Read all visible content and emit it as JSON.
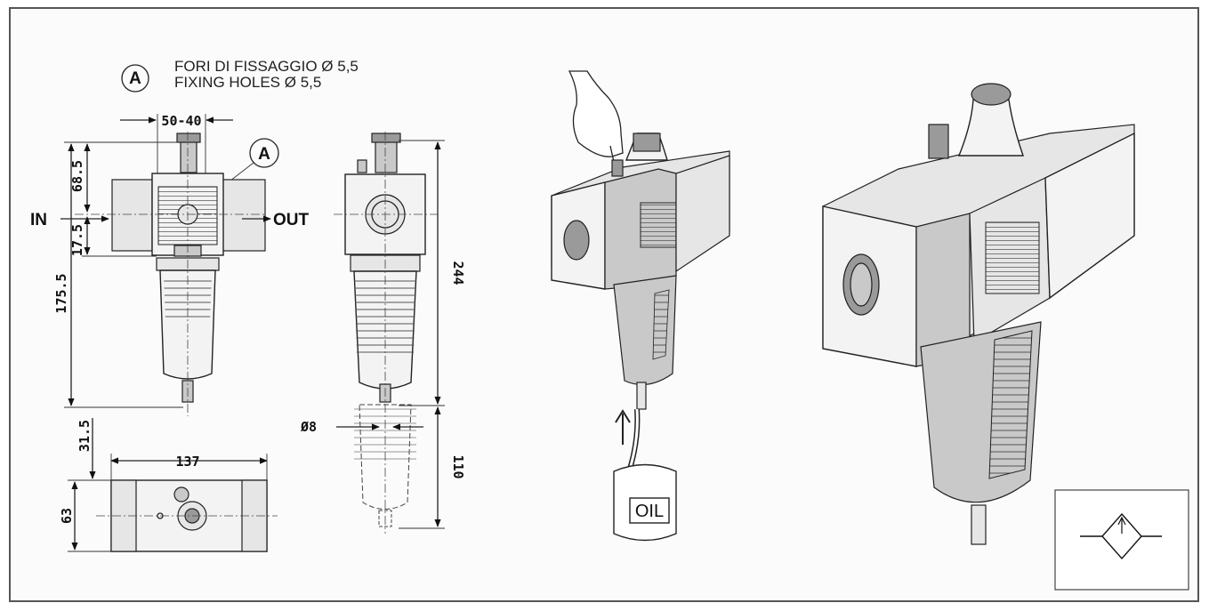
{
  "legend": {
    "marker": "A",
    "line1": "FORI DI FISSAGGIO Ø 5,5",
    "line2": "FIXING HOLES Ø 5,5"
  },
  "front_view": {
    "width_dim": "50-40",
    "marker": "A",
    "in_label": "IN",
    "out_label": "OUT",
    "dim_top": "68.5",
    "dim_mid": "17.5",
    "dim_bottom": "175.5"
  },
  "plan_view": {
    "dim_offset": "31.5",
    "dim_length": "137",
    "dim_depth": "63"
  },
  "side_view": {
    "dim_height": "244",
    "dim_bowl": "110",
    "dim_diameter": "Ø8"
  },
  "illustration": {
    "oil_label": "OIL"
  },
  "symbol": {
    "icon": "lubricator-symbol-icon"
  }
}
